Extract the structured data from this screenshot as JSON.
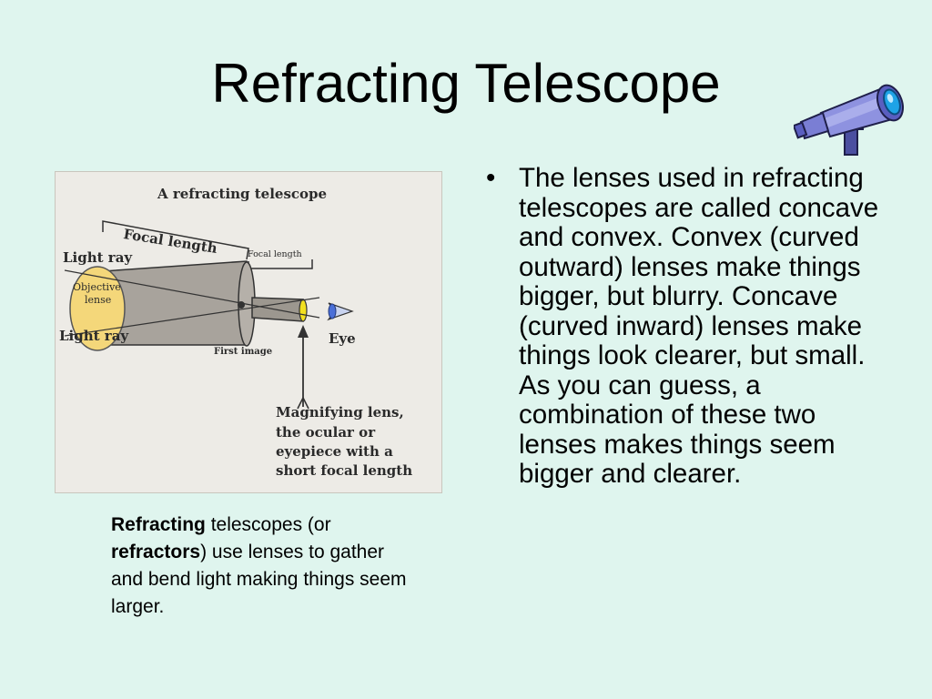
{
  "slide": {
    "title": "Refracting Telescope",
    "decoration_icon": "telescope-icon"
  },
  "diagram": {
    "title": "A refracting telescope",
    "focal_length": "Focal length",
    "focal_length_small": "Focal length",
    "light_ray_top": "Light ray",
    "light_ray_bottom": "Light ray",
    "objective_lens_line1": "Objective",
    "objective_lens_line2": "lense",
    "first_image": "First image",
    "eye": "Eye",
    "magnifying_lens": [
      "Magnifying lens,",
      "the ocular or",
      "eyepiece with a",
      "short focal length"
    ]
  },
  "caption": {
    "bold1": "Refracting",
    "text1": " telescopes (or ",
    "bold2": "refractors",
    "text2": ") use lenses to gather and bend light making things seem larger."
  },
  "bullet": {
    "marker": "•",
    "text": "The lenses used in refracting telescopes are called concave and convex. Convex (curved outward) lenses make things bigger, but blurry. Concave (curved inward) lenses make things look clearer, but small. As you can guess, a combination of these two lenses makes things seem bigger and clearer."
  },
  "colors": {
    "background": "#dff5ee",
    "tube": "#a8a39c",
    "objective_lens": "#f4d77a",
    "eyepiece_lens": "#f2e020",
    "eye_lens": "#4a6fd8"
  }
}
